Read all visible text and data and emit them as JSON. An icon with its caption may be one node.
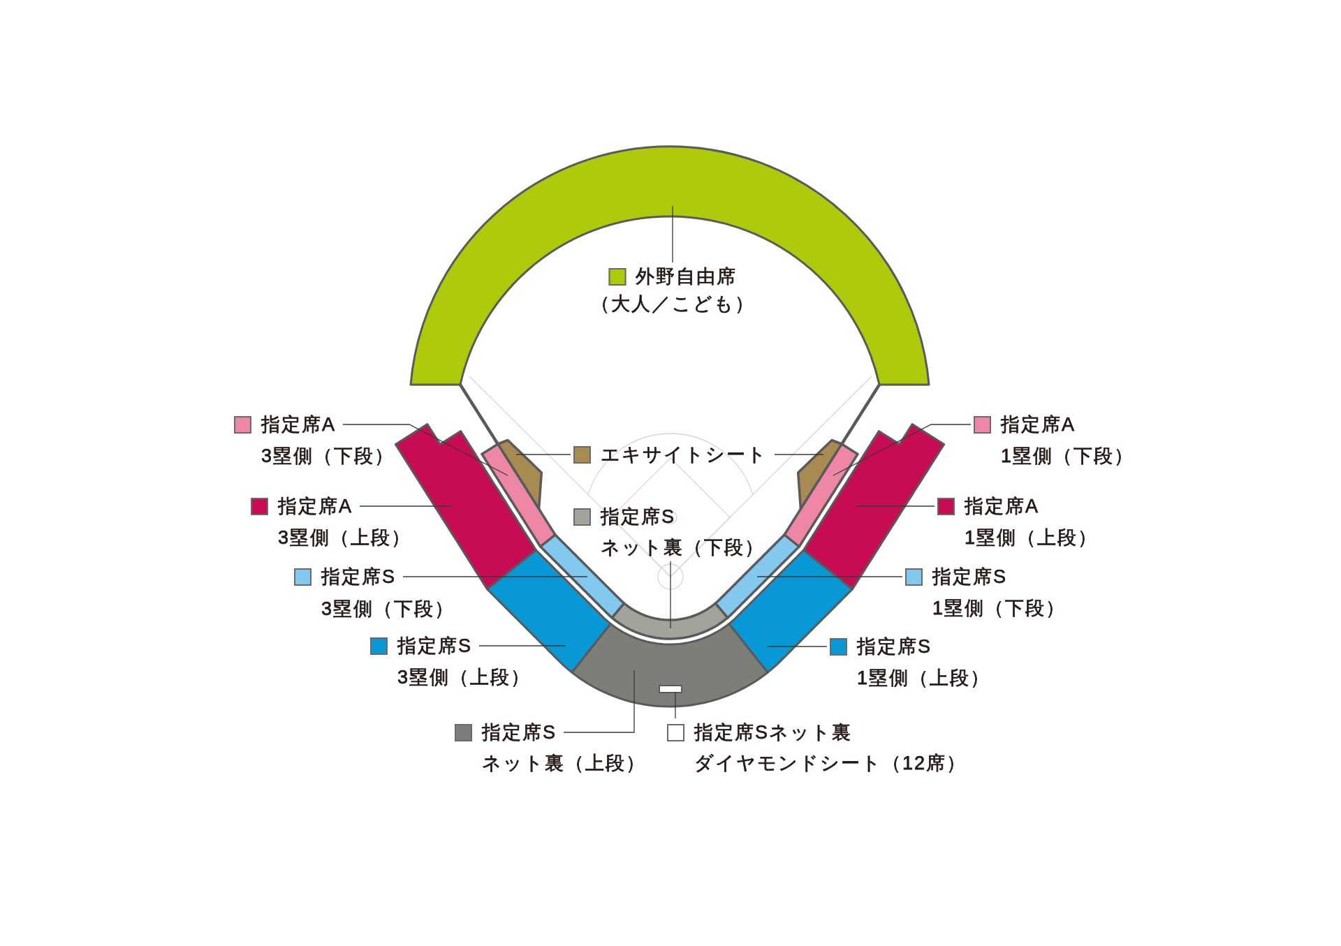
{
  "diagram": {
    "nodes": [
      {
        "text": [
          "外野自由席",
          "（大人／こども）"
        ]
      },
      {
        "text": [],
        "shape": "band"
      },
      {
        "text": [
          "指定席A",
          "3塁側（下段）"
        ]
      },
      {
        "text": [
          "指定席A",
          "1塁側（下段）"
        ]
      },
      {
        "text": [
          "エキサイトシート"
        ]
      },
      {
        "text": [
          "指定席A",
          "3塁側（上段）"
        ]
      },
      {
        "text": [
          "指定席A",
          "1塁側（上段）"
        ]
      },
      {
        "text": [
          "指定席S",
          "ネット裏（下段）"
        ]
      },
      {
        "text": [
          "指定席S",
          "3塁側（下段）"
        ]
      },
      {
        "text": [
          "指定席S",
          "1塁側（下段）"
        ]
      },
      {
        "text": [
          "指定席S",
          "3塁側（上段）"
        ]
      },
      {
        "text": [
          "指定席S",
          "1塁側（上段）"
        ]
      },
      {
        "text": [
          "指定席S",
          "ネット裏（上段）"
        ]
      },
      {
        "text": [
          "指定席Sネット裏",
          "ダイヤモンドシート（12席）"
        ]
      },
      {
        "text": [],
        "shape": "polygon"
      },
      {
        "text": [],
        "shape": "polygon"
      },
      {
        "text": [],
        "shape": "band"
      },
      {
        "text": [],
        "shape": "band"
      },
      {
        "text": [],
        "shape": "band"
      },
      {
        "text": [],
        "shape": "band"
      },
      {
        "text": [],
        "shape": "band"
      },
      {
        "text": [],
        "shape": "band"
      },
      {
        "text": [],
        "shape": "band"
      },
      {
        "text": [],
        "shape": "band"
      },
      {
        "text": [],
        "shape": "band"
      },
      {
        "text": [],
        "shape": "band"
      },
      {
        "text": [],
        "shape": "box",
        "in": 25
      }
    ],
    "edges": [
      {
        "from": 0,
        "to": 1,
        "arrow": "none"
      },
      {
        "from": 2,
        "to": 16,
        "arrow": "none"
      },
      {
        "from": 3,
        "to": 17,
        "arrow": "none"
      },
      {
        "from": 4,
        "to": 14,
        "arrow": "none"
      },
      {
        "from": 4,
        "to": 15,
        "arrow": "none"
      },
      {
        "from": 5,
        "to": 18,
        "arrow": "none"
      },
      {
        "from": 6,
        "to": 19,
        "arrow": "none"
      },
      {
        "from": 7,
        "to": 24,
        "arrow": "none"
      },
      {
        "from": 8,
        "to": 20,
        "arrow": "none"
      },
      {
        "from": 9,
        "to": 21,
        "arrow": "none"
      },
      {
        "from": 10,
        "to": 22,
        "arrow": "none"
      },
      {
        "from": 11,
        "to": 23,
        "arrow": "none"
      },
      {
        "from": 12,
        "to": 25,
        "arrow": "none"
      },
      {
        "from": 13,
        "to": 26,
        "arrow": "none"
      }
    ]
  }
}
